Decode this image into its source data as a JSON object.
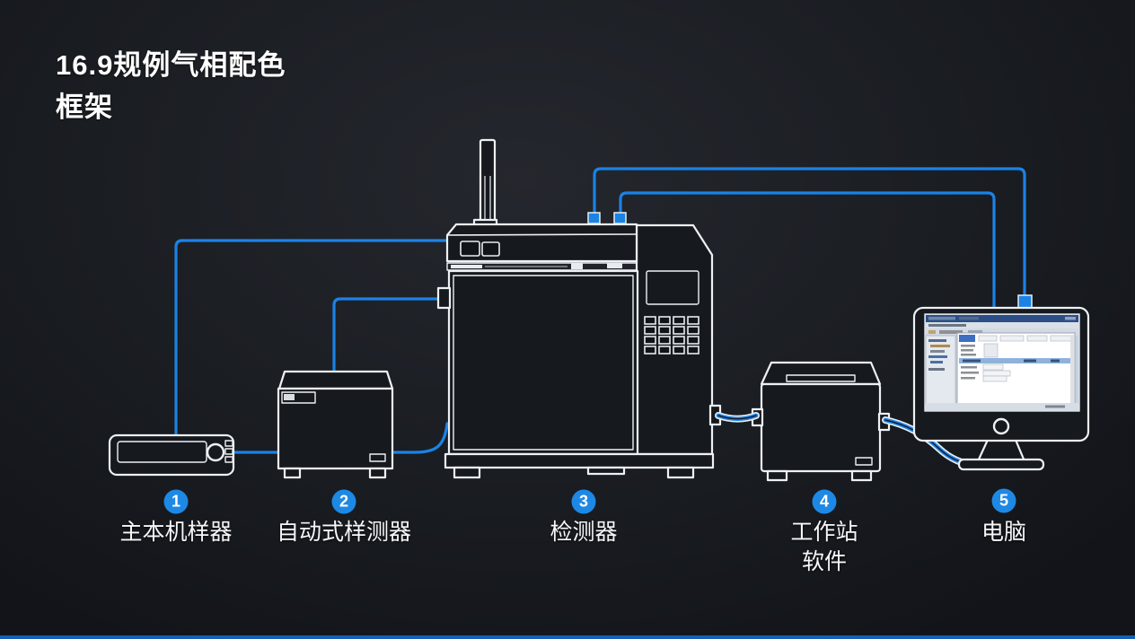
{
  "title": {
    "line1": "16.9规例气相配色",
    "line2": "框架"
  },
  "colors": {
    "background": "#1a1d22",
    "device_outline": "#eef1f4",
    "wire_blue": "#1b82e6",
    "badge_blue": "#1e88e5",
    "bottom_bar_blue": "#1667c9",
    "screen_titlebar": "#2b4e86",
    "screen_selection": "#8fb2dc"
  },
  "components": [
    {
      "number": "1",
      "label": "主本机样器"
    },
    {
      "number": "2",
      "label": "自动式样测器"
    },
    {
      "number": "3",
      "label": "检测器"
    },
    {
      "number": "4",
      "label": "工作站",
      "label2": "软件"
    },
    {
      "number": "5",
      "label": "电脑"
    }
  ]
}
